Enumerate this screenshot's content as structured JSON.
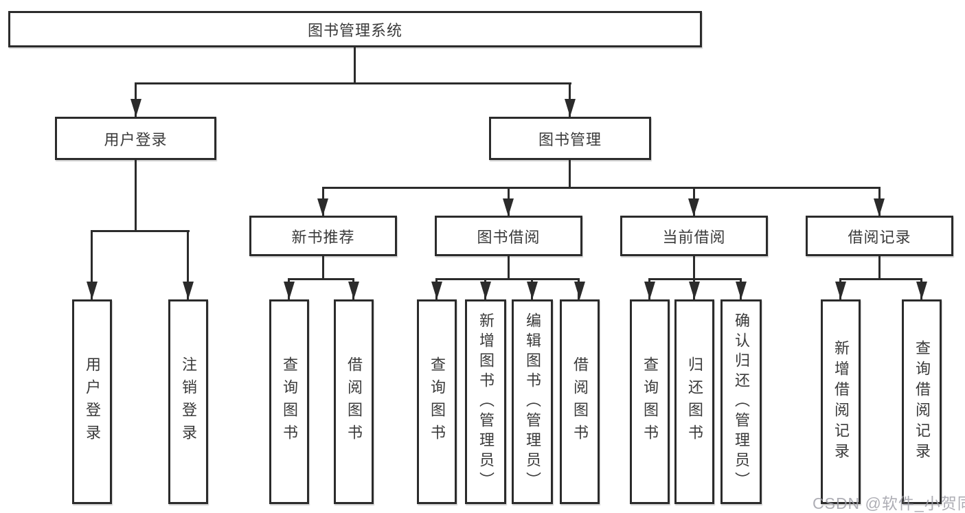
{
  "tree": {
    "root": "图书管理系统",
    "modules": [
      {
        "label": "用户登录",
        "children": [
          "用户登录",
          "注销登录"
        ]
      },
      {
        "label": "图书管理",
        "sections": [
          {
            "label": "新书推荐",
            "children": [
              "查询图书",
              "借阅图书"
            ]
          },
          {
            "label": "图书借阅",
            "children": [
              "查询图书",
              "新增图书（管理员）",
              "编辑图书（管理员）",
              "借阅图书"
            ]
          },
          {
            "label": "当前借阅",
            "children": [
              "查询图书",
              "归还图书",
              "确认归还（管理员）"
            ]
          },
          {
            "label": "借阅记录",
            "children": [
              "新增借阅记录",
              "查询借阅记录"
            ]
          }
        ]
      }
    ]
  },
  "watermark": "CSDN @软件_小贺同学",
  "colors": {
    "line": "#2b2b2b",
    "box_border": "#2b2b2b",
    "box_fill": "#ffffff",
    "text": "#3a3a3a",
    "watermark": "#a0a0a8",
    "background": "#ffffff"
  }
}
